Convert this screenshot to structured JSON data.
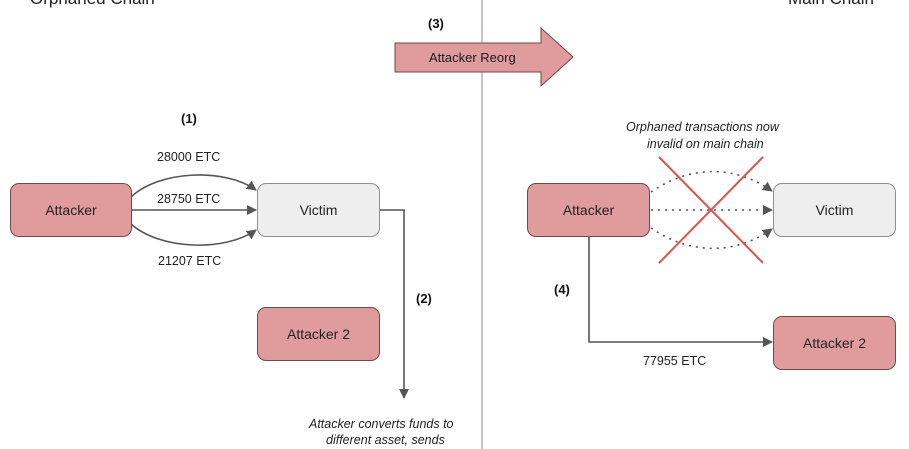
{
  "headers": {
    "left": "Orphaned Chain",
    "right": "Main Chain"
  },
  "reorg": {
    "step": "(3)",
    "label": "Attacker Reorg"
  },
  "left": {
    "step1": "(1)",
    "attacker": "Attacker",
    "victim": "Victim",
    "attacker2": "Attacker 2",
    "amounts": [
      "28000 ETC",
      "28750 ETC",
      "21207 ETC"
    ],
    "step2": "(2)",
    "note_line1": "Attacker converts funds to",
    "note_line2": "different asset, sends"
  },
  "right": {
    "note_line1": "Orphaned transactions now",
    "note_line2": "invalid on main chain",
    "attacker": "Attacker",
    "victim": "Victim",
    "attacker2": "Attacker 2",
    "step4": "(4)",
    "amount": "77955 ETC"
  },
  "colors": {
    "attacker_fill": "#e09b9c",
    "victim_fill": "#eeeeee",
    "cross": "#d9534f",
    "divider": "#8f8f8f"
  }
}
